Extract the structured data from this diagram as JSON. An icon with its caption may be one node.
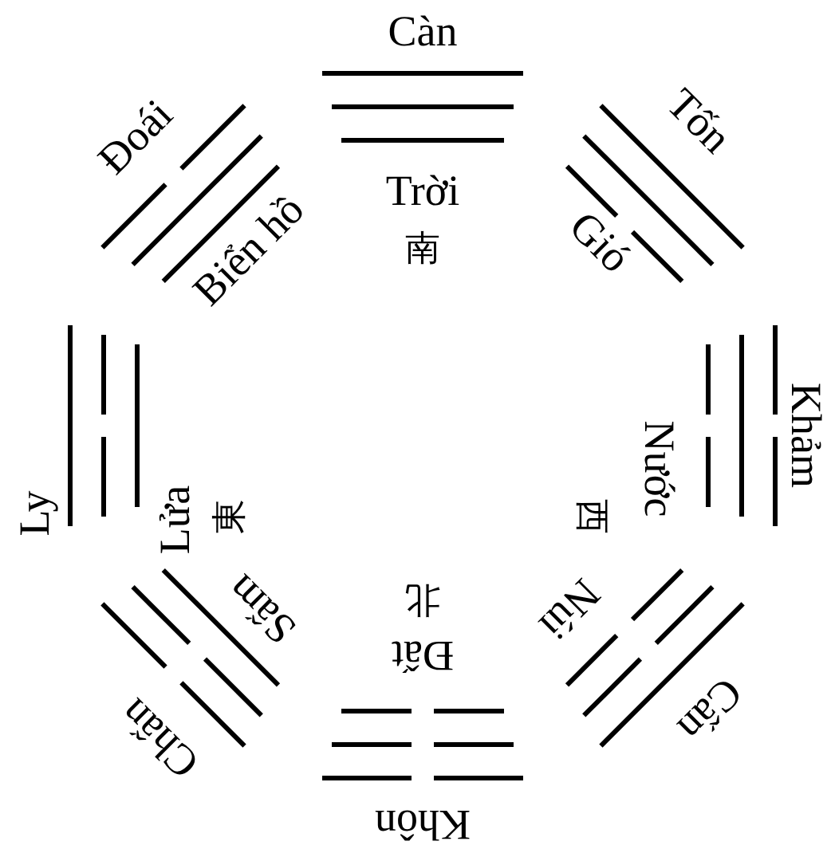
{
  "diagram": {
    "labels": [
      "Càn",
      "Đoái",
      "Tốn",
      "Trời",
      "南",
      "Biển hồ",
      "Gió",
      "Ly",
      "Lửa",
      "東",
      "西",
      "Nước",
      "Khảm",
      "Sấm",
      "Núi",
      "北",
      "Đất",
      "Chấn",
      "Cấn",
      "Khôn"
    ]
  }
}
